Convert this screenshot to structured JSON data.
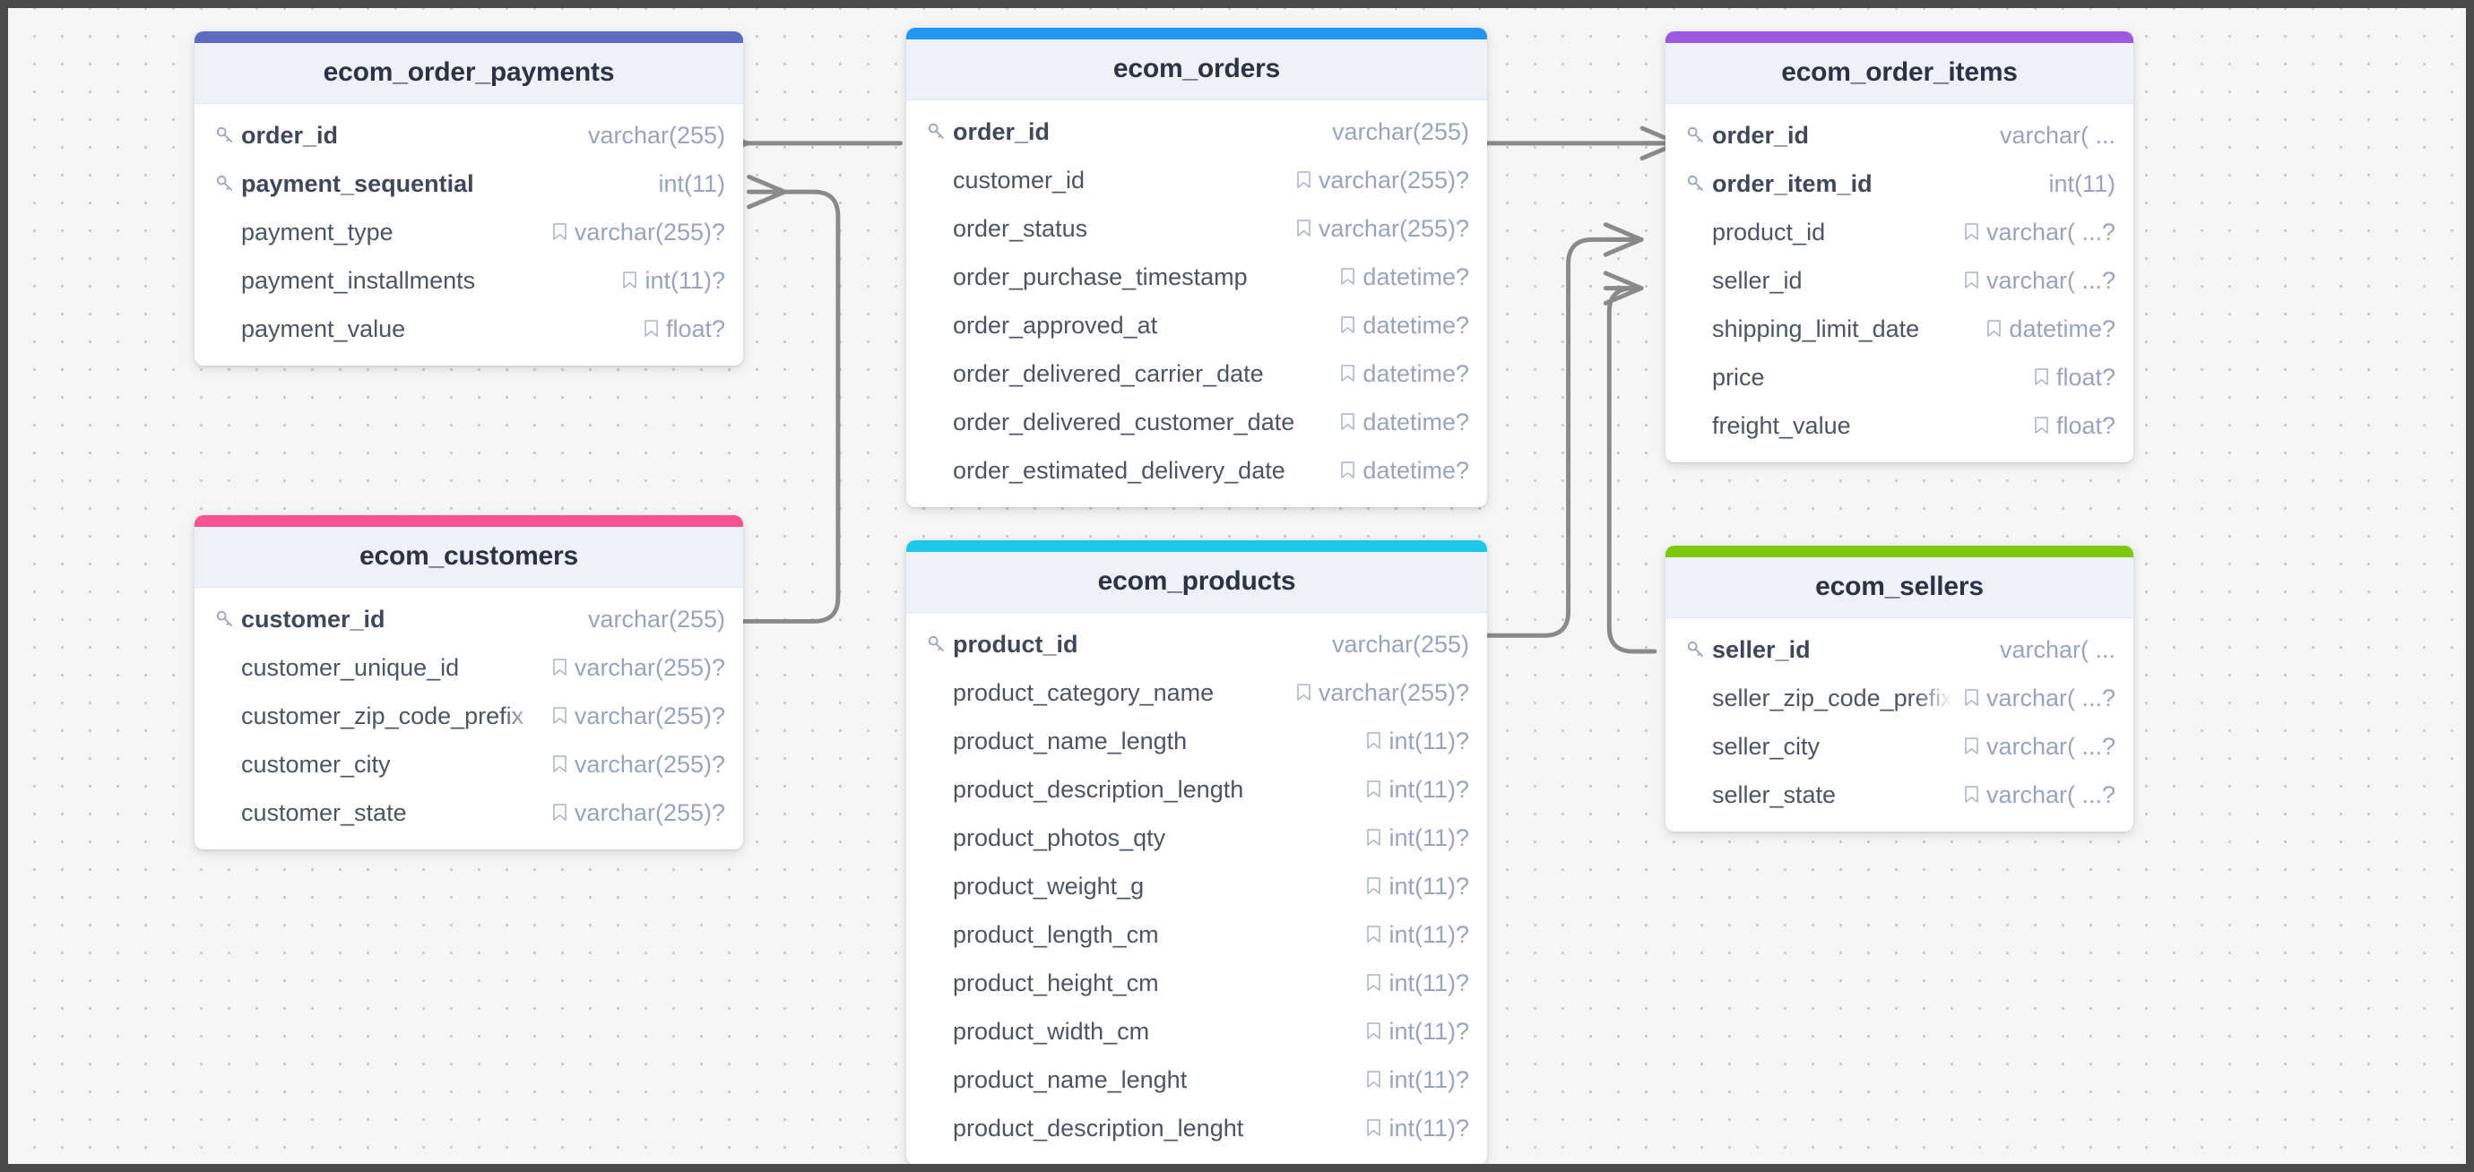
{
  "canvas": {
    "background": "#f6f6f6",
    "grid_dot_color": "#c9c9c9",
    "frame_color": "#4a4a4a",
    "connector_color": "#8a8a8a"
  },
  "legend": {
    "pk_icon": "key-icon",
    "nullable_icon": "bookmark-icon"
  },
  "tables": [
    {
      "id": "order_payments",
      "name": "ecom_order_payments",
      "accent": "#5c6bc0",
      "fields": [
        {
          "name": "order_id",
          "type": "varchar(255)",
          "pk": true,
          "nullable": false
        },
        {
          "name": "payment_sequential",
          "type": "int(11)",
          "pk": true,
          "nullable": false
        },
        {
          "name": "payment_type",
          "type": "varchar(255)?",
          "pk": false,
          "nullable": true
        },
        {
          "name": "payment_installments",
          "type": "int(11)?",
          "pk": false,
          "nullable": true
        },
        {
          "name": "payment_value",
          "type": "float?",
          "pk": false,
          "nullable": true
        }
      ]
    },
    {
      "id": "orders",
      "name": "ecom_orders",
      "accent": "#2196f3",
      "fields": [
        {
          "name": "order_id",
          "type": "varchar(255)",
          "pk": true,
          "nullable": false
        },
        {
          "name": "customer_id",
          "type": "varchar(255)?",
          "pk": false,
          "nullable": true
        },
        {
          "name": "order_status",
          "type": "varchar(255)?",
          "pk": false,
          "nullable": true
        },
        {
          "name": "order_purchase_timestamp",
          "type": "datetime?",
          "pk": false,
          "nullable": true
        },
        {
          "name": "order_approved_at",
          "type": "datetime?",
          "pk": false,
          "nullable": true
        },
        {
          "name": "order_delivered_carrier_date",
          "type": "datetime?",
          "pk": false,
          "nullable": true
        },
        {
          "name": "order_delivered_customer_date",
          "type": "datetime?",
          "pk": false,
          "nullable": true
        },
        {
          "name": "order_estimated_delivery_date",
          "type": "datetime?",
          "pk": false,
          "nullable": true
        }
      ]
    },
    {
      "id": "order_items",
      "name": "ecom_order_items",
      "accent": "#9c59e0",
      "fields": [
        {
          "name": "order_id",
          "type": "varchar( ...",
          "pk": true,
          "nullable": false
        },
        {
          "name": "order_item_id",
          "type": "int(11)",
          "pk": true,
          "nullable": false
        },
        {
          "name": "product_id",
          "type": "varchar( ...?",
          "pk": false,
          "nullable": true
        },
        {
          "name": "seller_id",
          "type": "varchar( ...?",
          "pk": false,
          "nullable": true
        },
        {
          "name": "shipping_limit_date",
          "type": "datetime?",
          "pk": false,
          "nullable": true
        },
        {
          "name": "price",
          "type": "float?",
          "pk": false,
          "nullable": true
        },
        {
          "name": "freight_value",
          "type": "float?",
          "pk": false,
          "nullable": true
        }
      ]
    },
    {
      "id": "customers",
      "name": "ecom_customers",
      "accent": "#f4538f",
      "fields": [
        {
          "name": "customer_id",
          "type": "varchar(255)",
          "pk": true,
          "nullable": false
        },
        {
          "name": "customer_unique_id",
          "type": "varchar(255)?",
          "pk": false,
          "nullable": true
        },
        {
          "name": "customer_zip_code_prefix",
          "type": "varchar(255)?",
          "pk": false,
          "nullable": true
        },
        {
          "name": "customer_city",
          "type": "varchar(255)?",
          "pk": false,
          "nullable": true
        },
        {
          "name": "customer_state",
          "type": "varchar(255)?",
          "pk": false,
          "nullable": true
        }
      ]
    },
    {
      "id": "products",
      "name": "ecom_products",
      "accent": "#1ec8e8",
      "fields": [
        {
          "name": "product_id",
          "type": "varchar(255)",
          "pk": true,
          "nullable": false
        },
        {
          "name": "product_category_name",
          "type": "varchar(255)?",
          "pk": false,
          "nullable": true
        },
        {
          "name": "product_name_length",
          "type": "int(11)?",
          "pk": false,
          "nullable": true
        },
        {
          "name": "product_description_length",
          "type": "int(11)?",
          "pk": false,
          "nullable": true
        },
        {
          "name": "product_photos_qty",
          "type": "int(11)?",
          "pk": false,
          "nullable": true
        },
        {
          "name": "product_weight_g",
          "type": "int(11)?",
          "pk": false,
          "nullable": true
        },
        {
          "name": "product_length_cm",
          "type": "int(11)?",
          "pk": false,
          "nullable": true
        },
        {
          "name": "product_height_cm",
          "type": "int(11)?",
          "pk": false,
          "nullable": true
        },
        {
          "name": "product_width_cm",
          "type": "int(11)?",
          "pk": false,
          "nullable": true
        },
        {
          "name": "product_name_lenght",
          "type": "int(11)?",
          "pk": false,
          "nullable": true
        },
        {
          "name": "product_description_lenght",
          "type": "int(11)?",
          "pk": false,
          "nullable": true
        }
      ]
    },
    {
      "id": "sellers",
      "name": "ecom_sellers",
      "accent": "#7dc70c",
      "fields": [
        {
          "name": "seller_id",
          "type": "varchar( ...",
          "pk": true,
          "nullable": false
        },
        {
          "name": "seller_zip_code_prefix",
          "type": "varchar( ...?",
          "pk": false,
          "nullable": true
        },
        {
          "name": "seller_city",
          "type": "varchar( ...?",
          "pk": false,
          "nullable": true
        },
        {
          "name": "seller_state",
          "type": "varchar( ...?",
          "pk": false,
          "nullable": true
        }
      ]
    }
  ],
  "relationships": [
    {
      "id": "orders-to-payments",
      "from_table": "orders",
      "from_field": "order_id",
      "to_table": "order_payments",
      "to_field": "order_id",
      "cardinality": "one-to-many"
    },
    {
      "id": "customers-to-orders",
      "from_table": "customers",
      "from_field": "customer_id",
      "to_table": "orders",
      "to_field": "customer_id",
      "cardinality": "one-to-many"
    },
    {
      "id": "orders-to-order-items",
      "from_table": "orders",
      "from_field": "order_id",
      "to_table": "order_items",
      "to_field": "order_id",
      "cardinality": "one-to-many"
    },
    {
      "id": "products-to-order-items",
      "from_table": "products",
      "from_field": "product_id",
      "to_table": "order_items",
      "to_field": "product_id",
      "cardinality": "one-to-many"
    },
    {
      "id": "sellers-to-order-items",
      "from_table": "sellers",
      "from_field": "seller_id",
      "to_table": "order_items",
      "to_field": "seller_id",
      "cardinality": "one-to-many"
    }
  ]
}
